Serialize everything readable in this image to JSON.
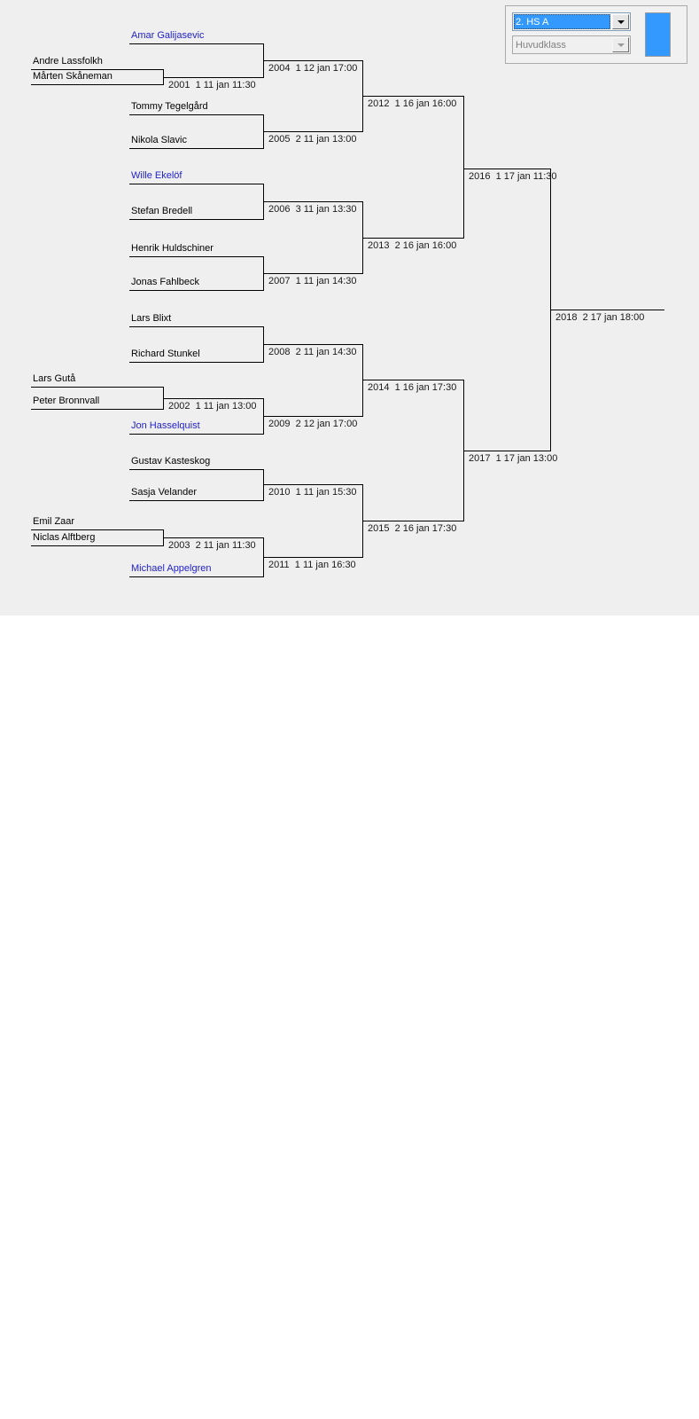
{
  "panel": {
    "class_select": {
      "value": "2. HS A"
    },
    "class_type_select": {
      "value": "Huvudklass"
    }
  },
  "colors": {
    "accent": "#3399ff",
    "seed_link": "#2222cc",
    "draw_background": "#efefef"
  },
  "bracket": {
    "players": {
      "amar": "Amar Galijasevic",
      "andre": "Andre Lassfolkh",
      "marten": "Mårten Skåneman",
      "tommy": "Tommy Tegelgård",
      "nikola": "Nikola Slavic",
      "wille": "Wille Ekelöf",
      "stefan": "Stefan Bredell",
      "henrik": "Henrik Huldschiner",
      "jonas": "Jonas Fahlbeck",
      "lars_b": "Lars Blixt",
      "richard": "Richard Stunkel",
      "lars_g": "Lars Gutå",
      "peter": "Peter Bronnvall",
      "jon": "Jon Hasselquist",
      "gustav": "Gustav Kasteskog",
      "sasja": "Sasja Velander",
      "emil": "Emil Zaar",
      "niclas": "Niclas Alftberg",
      "michael": "Michael Appelgren"
    },
    "matches": {
      "m2001": "2001  1 11 jan 11:30",
      "m2002": "2002  1 11 jan 13:00",
      "m2003": "2003  2 11 jan 11:30",
      "m2004": "2004  1 12 jan 17:00",
      "m2005": "2005  2 11 jan 13:00",
      "m2006": "2006  3 11 jan 13:30",
      "m2007": "2007  1 11 jan 14:30",
      "m2008": "2008  2 11 jan 14:30",
      "m2009": "2009  2 12 jan 17:00",
      "m2010": "2010  1 11 jan 15:30",
      "m2011": "2011  1 11 jan 16:30",
      "m2012": "2012  1 16 jan 16:00",
      "m2013": "2013  2 16 jan 16:00",
      "m2014": "2014  1 16 jan 17:30",
      "m2015": "2015  2 16 jan 17:30",
      "m2016": "2016  1 17 jan 11:30",
      "m2017": "2017  1 17 jan 13:00",
      "m2018": "2018  2 17 jan 18:00"
    }
  }
}
